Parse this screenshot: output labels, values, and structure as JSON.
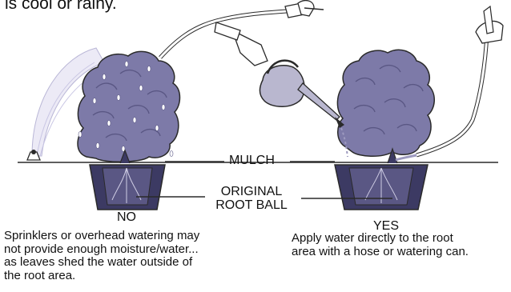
{
  "header": {
    "text": "is cool or rainy."
  },
  "labels": {
    "mulch": "MULCH",
    "original_line1": "ORIGINAL",
    "original_line2": "ROOT BALL",
    "no": "NO",
    "yes": "YES"
  },
  "captions": {
    "no": [
      "Sprinklers or overhead watering may",
      "not provide enough moisture/water...",
      "as leaves shed the water outside of",
      "the root area."
    ],
    "yes": [
      "Apply water directly to the root",
      "area with a hose or watering can."
    ]
  },
  "colors": {
    "foliage": "#7d7aa8",
    "foliage_shade": "#5a5784",
    "soil": "#4b4875",
    "pot": "#3c3a63",
    "line": "#2a2a2a",
    "water": "#d9d7ee"
  }
}
